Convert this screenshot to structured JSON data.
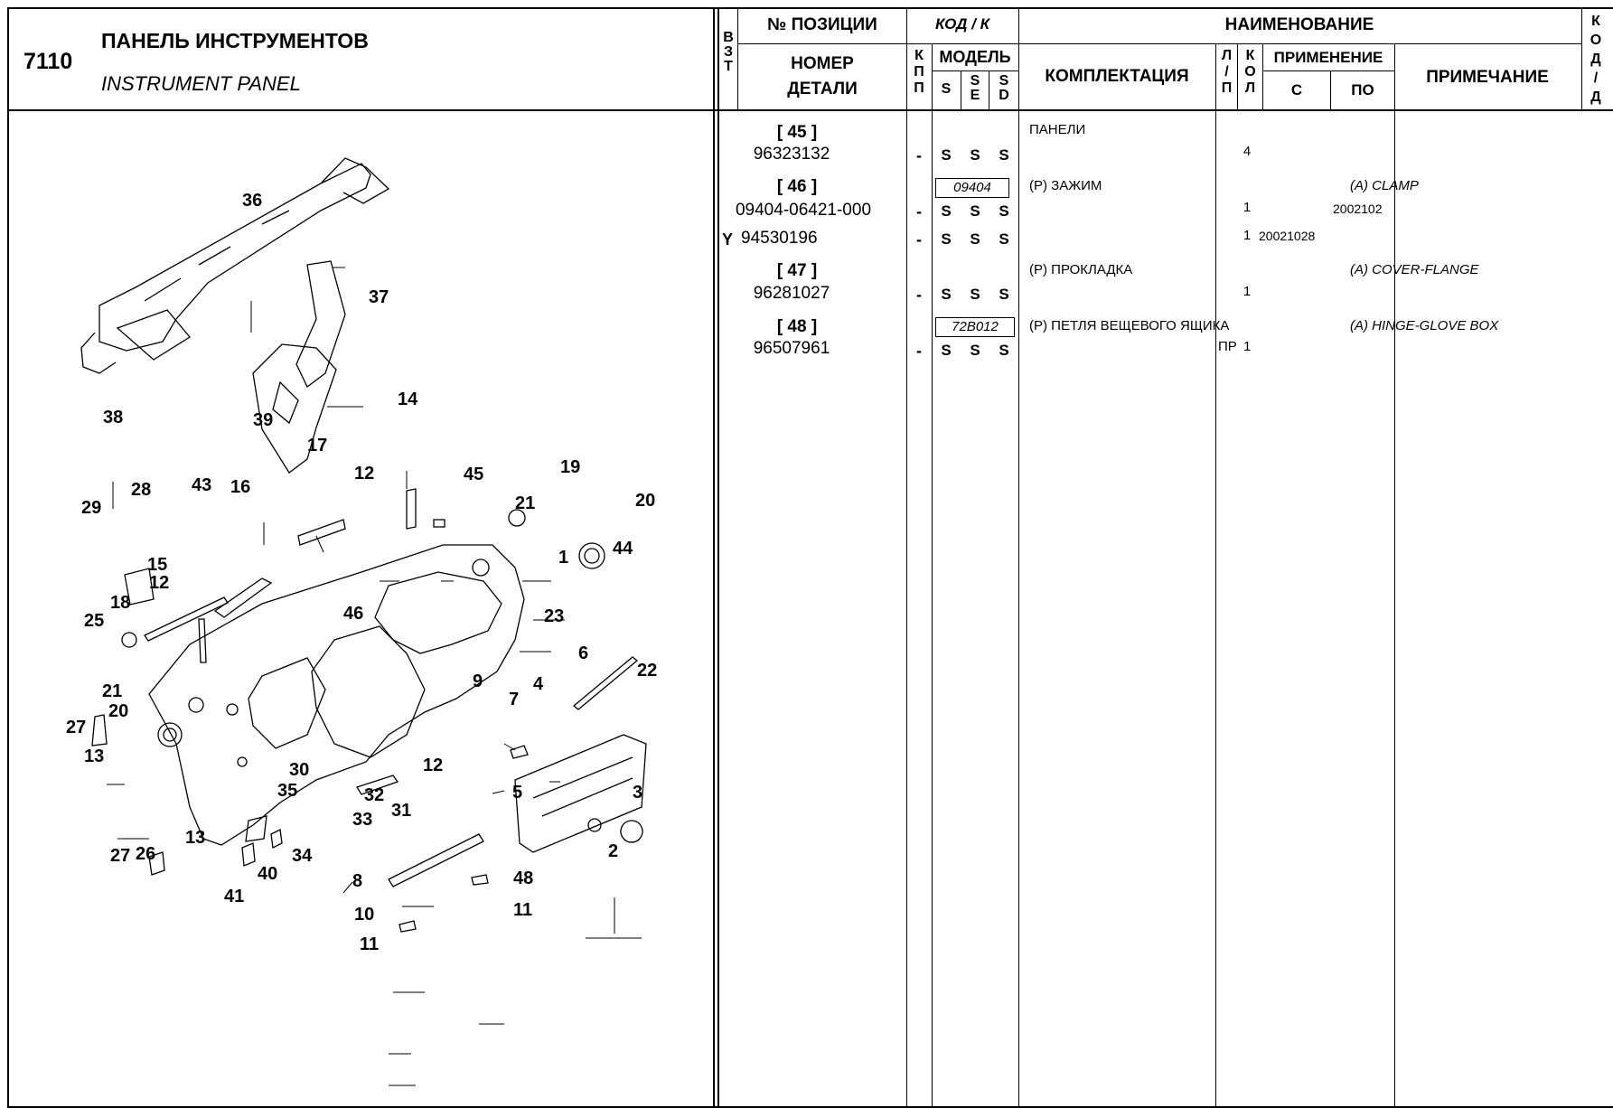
{
  "section": {
    "number": "7110",
    "title_ru": "ПАНЕЛЬ ИНСТРУМЕНТОВ",
    "title_en": "INSTRUMENT PANEL"
  },
  "header": {
    "vzt": [
      "В",
      "З",
      "Т"
    ],
    "pos_no": "№ ПОЗИЦИИ",
    "part_no_1": "НОМЕР",
    "part_no_2": "ДЕТАЛИ",
    "kod_k": "КОД / К",
    "kpp": [
      "К",
      "П",
      "П"
    ],
    "model": "МОДЕЛЬ",
    "model_s": "S",
    "model_se": [
      "S",
      "E"
    ],
    "model_sd": [
      "S",
      "D"
    ],
    "naim": "НАИМЕНОВАНИЕ",
    "komplekt": "КОМПЛЕКТАЦИЯ",
    "lp": [
      "Л",
      "/",
      "П"
    ],
    "kol": [
      "К",
      "О",
      "Л"
    ],
    "primenenie": "ПРИМЕНЕНИЕ",
    "s": "С",
    "po": "ПО",
    "primechanie": "ПРИМЕЧАНИЕ",
    "kod_d": [
      "К",
      "О",
      "Д",
      "/",
      "Д"
    ]
  },
  "rows": [
    {
      "pos": "[ 45 ]",
      "part": "96323132",
      "kpp": "-",
      "s": "S",
      "se": "S",
      "sd": "S",
      "komplekt": "ПАНЕЛИ",
      "kol": "4"
    },
    {
      "pos": "[ 46 ]",
      "part": "09404-06421-000",
      "kpp": "-",
      "s": "S",
      "se": "S",
      "sd": "S",
      "code": "09404",
      "komplekt": "(P) ЗАЖИМ",
      "kol": "1",
      "po": "2002102",
      "note": "(A) CLAMP"
    },
    {
      "vzt": "Y",
      "part": "94530196",
      "kpp": "-",
      "s": "S",
      "se": "S",
      "sd": "S",
      "kol": "1",
      "from": "20021028"
    },
    {
      "pos": "[ 47 ]",
      "part": "96281027",
      "kpp": "-",
      "s": "S",
      "se": "S",
      "sd": "S",
      "komplekt": "(P) ПРОКЛАДКА",
      "kol": "1",
      "note": "(A) COVER-FLANGE"
    },
    {
      "pos": "[ 48 ]",
      "part": "96507961",
      "kpp": "-",
      "s": "S",
      "se": "S",
      "sd": "S",
      "code": "72B012",
      "komplekt": "(P) ПЕТЛЯ ВЕЩЕВОГО ЯЩИКА",
      "lp": "ПР",
      "kol": "1",
      "note": "(A) HINGE-GLOVE BOX"
    }
  ],
  "diagram_labels": [
    "36",
    "37",
    "38",
    "39",
    "14",
    "17",
    "12",
    "45",
    "19",
    "43",
    "28",
    "16",
    "21",
    "20",
    "29",
    "1",
    "15",
    "12",
    "44",
    "18",
    "25",
    "46",
    "23",
    "6",
    "9",
    "4",
    "22",
    "21",
    "20",
    "7",
    "27",
    "13",
    "30",
    "12",
    "35",
    "32",
    "31",
    "5",
    "3",
    "33",
    "13",
    "27",
    "26",
    "34",
    "40",
    "2",
    "41",
    "8",
    "48",
    "10",
    "11",
    "11"
  ]
}
